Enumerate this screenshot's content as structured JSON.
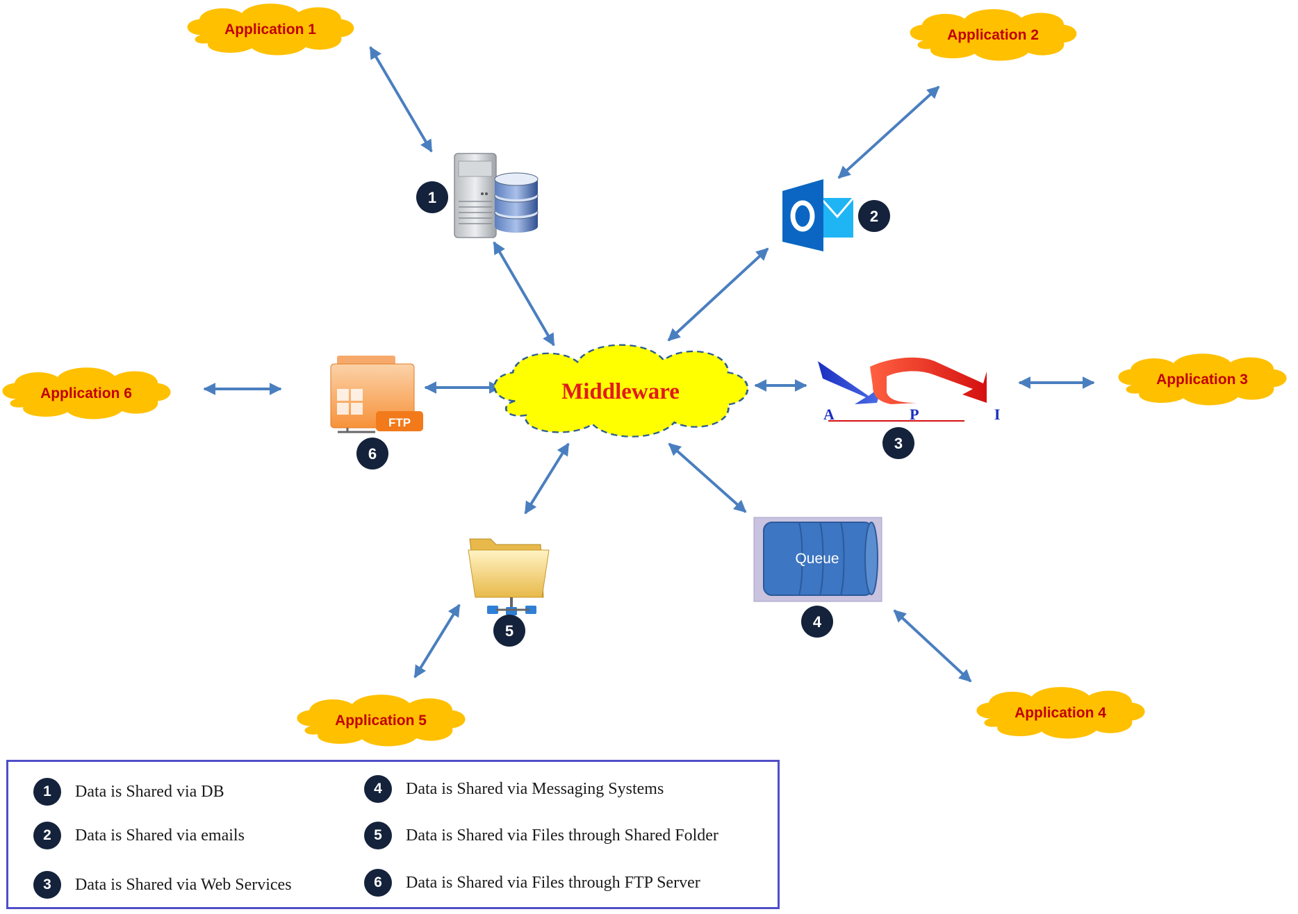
{
  "middleware": {
    "label": "Middleware",
    "fill": "#ffff00",
    "text_color": "#e21a1a"
  },
  "applications": [
    {
      "id": 1,
      "label": "Application 1"
    },
    {
      "id": 2,
      "label": "Application 2"
    },
    {
      "id": 3,
      "label": "Application 3"
    },
    {
      "id": 4,
      "label": "Application 4"
    },
    {
      "id": 5,
      "label": "Application 5"
    },
    {
      "id": 6,
      "label": "Application 6"
    }
  ],
  "channels": [
    {
      "number": "1",
      "icon": "database-server-icon"
    },
    {
      "number": "2",
      "icon": "outlook-email-icon"
    },
    {
      "number": "3",
      "icon": "api-webservices-icon",
      "text": "A P I"
    },
    {
      "number": "4",
      "icon": "message-queue-icon",
      "text": "Queue"
    },
    {
      "number": "5",
      "icon": "shared-folder-icon"
    },
    {
      "number": "6",
      "icon": "ftp-folder-icon",
      "text": "FTP"
    }
  ],
  "legend": [
    {
      "number": "1",
      "text": "Data is Shared via DB"
    },
    {
      "number": "2",
      "text": "Data is Shared via emails"
    },
    {
      "number": "3",
      "text": "Data is Shared via Web Services"
    },
    {
      "number": "4",
      "text": "Data is Shared via Messaging Systems"
    },
    {
      "number": "5",
      "text": "Data is Shared via Files through Shared Folder"
    },
    {
      "number": "6",
      "text": "Data is Shared via Files through FTP Server"
    }
  ],
  "colors": {
    "app_cloud": "#ffc000",
    "app_text": "#c00000",
    "arrow": "#4a7fbf",
    "badge": "#14223b",
    "legend_border": "#4f4ec9"
  }
}
